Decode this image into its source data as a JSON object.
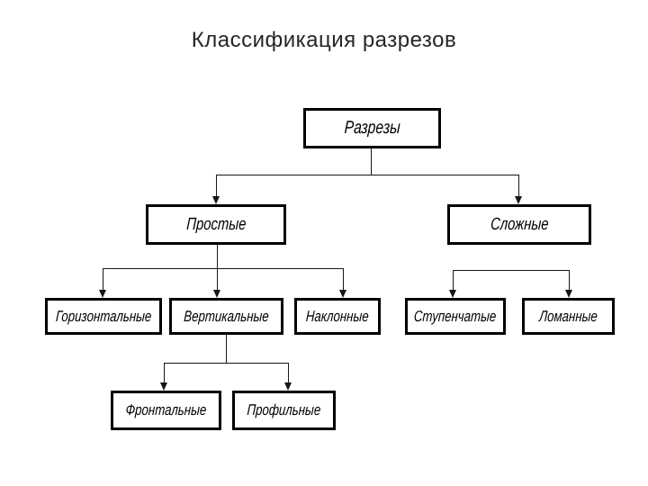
{
  "slide": {
    "title": "Классификация разрезов"
  },
  "diagram": {
    "type": "tree",
    "nodes": [
      {
        "id": "razrezy",
        "label": "Разрезы",
        "level": 1,
        "parent": null
      },
      {
        "id": "prostye",
        "label": "Простые",
        "level": 2,
        "parent": "razrezy"
      },
      {
        "id": "slozhnye",
        "label": "Сложные",
        "level": 2,
        "parent": "razrezy"
      },
      {
        "id": "gorizontalnye",
        "label": "Горизонтальные",
        "level": 3,
        "parent": "prostye"
      },
      {
        "id": "vertikalnye",
        "label": "Вертикальные",
        "level": 3,
        "parent": "prostye"
      },
      {
        "id": "naklonnye",
        "label": "Наклонные",
        "level": 3,
        "parent": "prostye"
      },
      {
        "id": "stupenchatye",
        "label": "Ступенчатые",
        "level": 3,
        "parent": "slozhnye"
      },
      {
        "id": "lomannye",
        "label": "Ломанные",
        "level": 3,
        "parent": "slozhnye"
      },
      {
        "id": "frontalnye",
        "label": "Фронтальные",
        "level": 4,
        "parent": "vertikalnye"
      },
      {
        "id": "profilnye",
        "label": "Профильные",
        "level": 4,
        "parent": "vertikalnye"
      }
    ]
  },
  "colors": {
    "background": "#ffffff",
    "box_fill": "#ffffff",
    "box_border": "#000000",
    "node_text": "#000000",
    "title_text": "#262626",
    "connector_line": "#161616"
  }
}
